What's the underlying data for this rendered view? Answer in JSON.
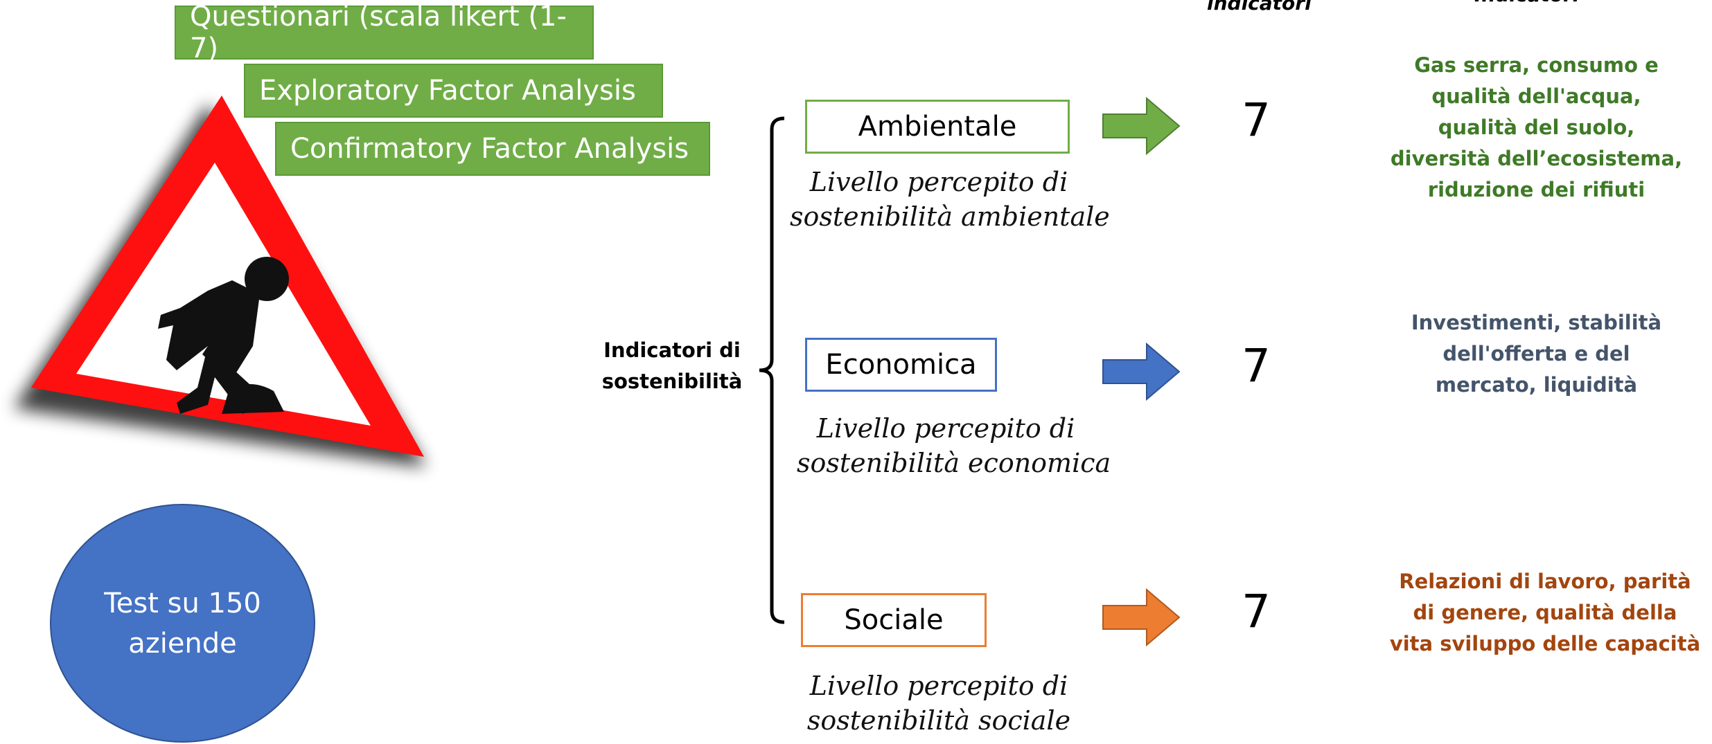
{
  "method_steps": [
    "Questionari (scala likert (1-7)",
    "Exploratory Factor Analysis",
    "Confirmatory Factor Analysis"
  ],
  "test_circle": "Test su 150 aziende",
  "root_label": "Indicatori di sostenibilità",
  "column_headers": {
    "count": "indicatori",
    "list": "Indicatori"
  },
  "dimensions": [
    {
      "name": "Ambientale",
      "description_line1": "Livello percepito di",
      "description_line2": "sostenibilità ambientale",
      "count": "7",
      "indicators": "Gas serra, consumo e qualità dell'acqua, qualità del suolo, diversità dell’ecosistema, riduzione dei rifiuti",
      "color": "#70ad47",
      "text_color": "#3f7a27"
    },
    {
      "name": "Economica",
      "description_line1": "Livello percepito di",
      "description_line2": "sostenibilità economica",
      "count": "7",
      "indicators": "Investimenti, stabilità dell'offerta e del mercato, liquidità",
      "color": "#4472c4",
      "text_color": "#44546a"
    },
    {
      "name": "Sociale",
      "description_line1": "Livello percepito di",
      "description_line2": "sostenibilità sociale",
      "count": "7",
      "indicators": "Relazioni di lavoro, parità di genere, qualità della vita sviluppo delle capacità",
      "color": "#ed7d31",
      "text_color": "#a3450e"
    }
  ],
  "icons": {
    "warning_sign": "road-work-sign-icon",
    "arrow": "right-arrow-icon"
  }
}
